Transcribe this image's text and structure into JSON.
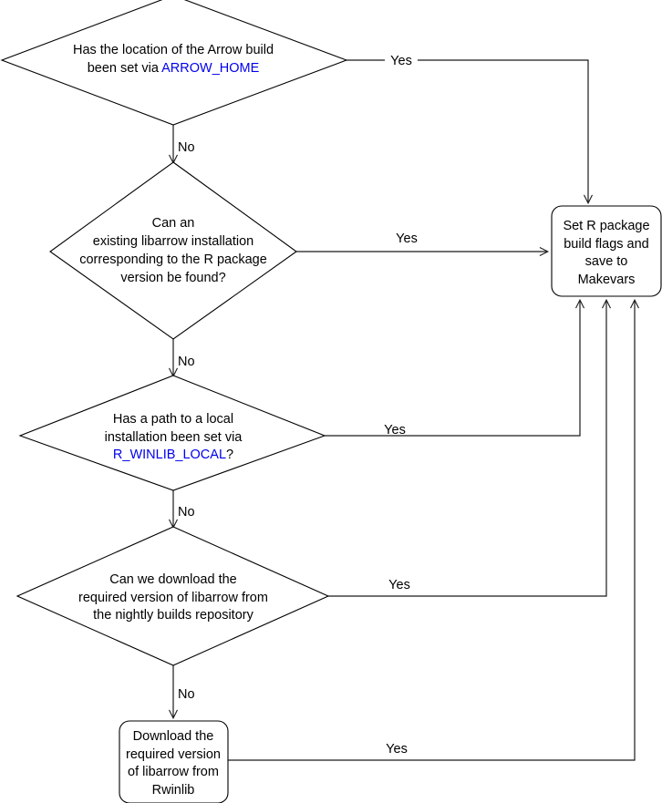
{
  "diagram": {
    "title": "Arrow R package libarrow build resolution flowchart",
    "colors": {
      "stroke": "#000000",
      "edge": "#1a1a1a",
      "background": "#ffffff",
      "link": "#0000ee"
    },
    "nodes": [
      {
        "id": "n1",
        "type": "decision",
        "lines": [
          {
            "segments": [
              {
                "text": "Has the location of the Arrow build",
                "style": "plain"
              }
            ]
          },
          {
            "segments": [
              {
                "text": "been set via ",
                "style": "plain"
              },
              {
                "text": "ARROW_HOME",
                "style": "link"
              }
            ]
          }
        ]
      },
      {
        "id": "n2",
        "type": "decision",
        "lines": [
          {
            "segments": [
              {
                "text": "Can an",
                "style": "plain"
              }
            ]
          },
          {
            "segments": [
              {
                "text": "existing libarrow installation",
                "style": "plain"
              }
            ]
          },
          {
            "segments": [
              {
                "text": "corresponding to the R package",
                "style": "plain"
              }
            ]
          },
          {
            "segments": [
              {
                "text": "version be found?",
                "style": "plain"
              }
            ]
          }
        ]
      },
      {
        "id": "n3",
        "type": "decision",
        "lines": [
          {
            "segments": [
              {
                "text": "Has a path to a local",
                "style": "plain"
              }
            ]
          },
          {
            "segments": [
              {
                "text": "installation been set via",
                "style": "plain"
              }
            ]
          },
          {
            "segments": [
              {
                "text": "R_WINLIB_LOCAL",
                "style": "link"
              },
              {
                "text": "?",
                "style": "plain"
              }
            ]
          }
        ]
      },
      {
        "id": "n4",
        "type": "decision",
        "lines": [
          {
            "segments": [
              {
                "text": "Can we download the",
                "style": "plain"
              }
            ]
          },
          {
            "segments": [
              {
                "text": "required version of libarrow from",
                "style": "plain"
              }
            ]
          },
          {
            "segments": [
              {
                "text": "the nightly builds repository",
                "style": "plain"
              }
            ]
          }
        ]
      },
      {
        "id": "n5",
        "type": "process",
        "lines": [
          {
            "segments": [
              {
                "text": "Set R package",
                "style": "plain"
              }
            ]
          },
          {
            "segments": [
              {
                "text": "build flags and",
                "style": "plain"
              }
            ]
          },
          {
            "segments": [
              {
                "text": "save to",
                "style": "plain"
              }
            ]
          },
          {
            "segments": [
              {
                "text": "Makevars",
                "style": "plain"
              }
            ]
          }
        ]
      },
      {
        "id": "n6",
        "type": "process",
        "lines": [
          {
            "segments": [
              {
                "text": "Download the",
                "style": "plain"
              }
            ]
          },
          {
            "segments": [
              {
                "text": "required version",
                "style": "plain"
              }
            ]
          },
          {
            "segments": [
              {
                "text": "of libarrow from",
                "style": "plain"
              }
            ]
          },
          {
            "segments": [
              {
                "text": "Rwinlib",
                "style": "plain"
              }
            ]
          }
        ]
      }
    ],
    "edges": [
      {
        "id": "e1",
        "from": "n1",
        "to": "n5",
        "label": "Yes"
      },
      {
        "id": "e2",
        "from": "n1",
        "to": "n2",
        "label": "No"
      },
      {
        "id": "e3",
        "from": "n2",
        "to": "n5",
        "label": "Yes"
      },
      {
        "id": "e4",
        "from": "n2",
        "to": "n3",
        "label": "No"
      },
      {
        "id": "e5",
        "from": "n3",
        "to": "n5",
        "label": "Yes"
      },
      {
        "id": "e6",
        "from": "n3",
        "to": "n4",
        "label": "No"
      },
      {
        "id": "e7",
        "from": "n4",
        "to": "n5",
        "label": "Yes"
      },
      {
        "id": "e8",
        "from": "n4",
        "to": "n6",
        "label": "No"
      },
      {
        "id": "e9",
        "from": "n6",
        "to": "n5",
        "label": "Yes"
      }
    ],
    "node_text": {
      "n1_l1": "Has the location of the Arrow build",
      "n1_l2a": "been set via ",
      "n1_l2b": "ARROW_HOME",
      "n2_l1": "Can an",
      "n2_l2": "existing libarrow installation",
      "n2_l3": "corresponding to the R package",
      "n2_l4": "version be found?",
      "n3_l1": "Has a path to a local",
      "n3_l2": "installation been set via",
      "n3_l3a": "R_WINLIB_LOCAL",
      "n3_l3b": "?",
      "n4_l1": "Can we download the",
      "n4_l2": "required version of libarrow from",
      "n4_l3": "the nightly builds repository",
      "n5_l1": "Set R package",
      "n5_l2": "build flags and",
      "n5_l3": "save to",
      "n5_l4": "Makevars",
      "n6_l1": "Download the",
      "n6_l2": "required version",
      "n6_l3": "of libarrow from",
      "n6_l4": "Rwinlib"
    },
    "edge_labels": {
      "yes1": "Yes",
      "no1": "No",
      "yes2": "Yes",
      "no2": "No",
      "yes3": "Yes",
      "no3": "No",
      "yes4": "Yes",
      "no4": "No",
      "yes5": "Yes"
    }
  }
}
